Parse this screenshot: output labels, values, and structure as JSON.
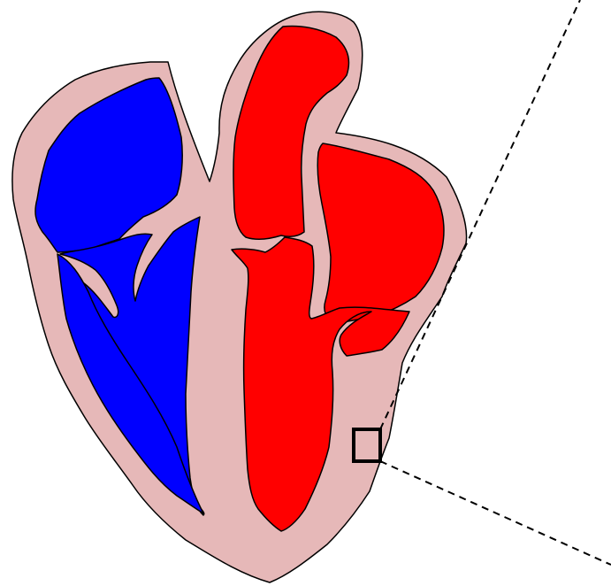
{
  "diagram": {
    "colors": {
      "background": "#ffffff",
      "wall": "#e6b8b8",
      "deoxygenated_chamber": "#0000ff",
      "oxygenated_chamber": "#ff0000",
      "outline": "#000000",
      "zoom_box": "#000000",
      "guide_lines": "#000000"
    },
    "parts": [
      "heart-wall",
      "right-heart-chambers",
      "aorta",
      "left-heart-chambers",
      "zoom-box",
      "zoom-guide-lines"
    ]
  }
}
